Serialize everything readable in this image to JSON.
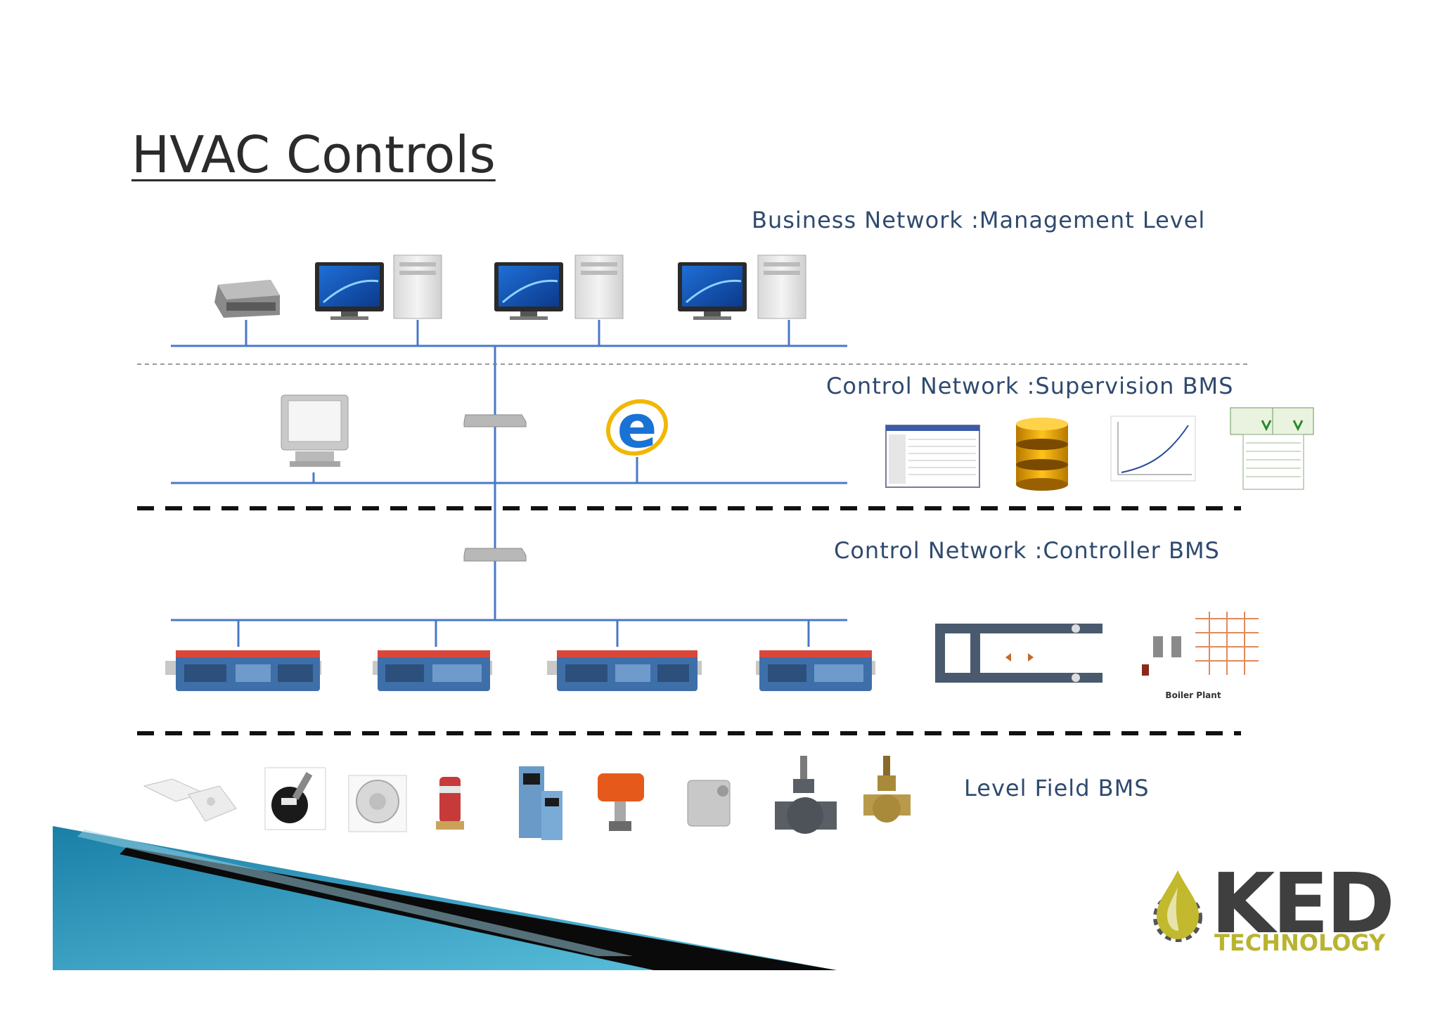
{
  "title": "HVAC Controls",
  "levels": {
    "management": "Business Network :Management Level",
    "supervision": "Control Network :Supervision BMS",
    "controller": "Control Network :Controller BMS",
    "field": "Level Field BMS"
  },
  "boiler_caption": "Boiler Plant",
  "logo": {
    "name": "KED",
    "tagline": "TECHNOLOGY"
  },
  "colors": {
    "network_line": "#4a78c8",
    "title": "#2b2b2b",
    "level_text": "#2f4a6e",
    "logo_gold": "#b9b331",
    "accent_teal": "#1e8fb5"
  },
  "icons": [
    "printer-icon",
    "desktop-computer-icon",
    "crt-monitor-icon",
    "network-switch-icon",
    "internet-explorer-icon",
    "software-table-icon",
    "database-icon",
    "trend-chart-icon",
    "report-icon",
    "controller-module-icon",
    "ahu-schematic-icon",
    "boiler-plant-schematic-icon",
    "room-sensor-icon",
    "duct-sensor-icon",
    "pressure-switch-icon",
    "immersion-sensor-icon",
    "variable-speed-drive-icon",
    "valve-actuator-icon",
    "damper-actuator-icon",
    "control-valve-icon",
    "brass-valve-icon"
  ]
}
